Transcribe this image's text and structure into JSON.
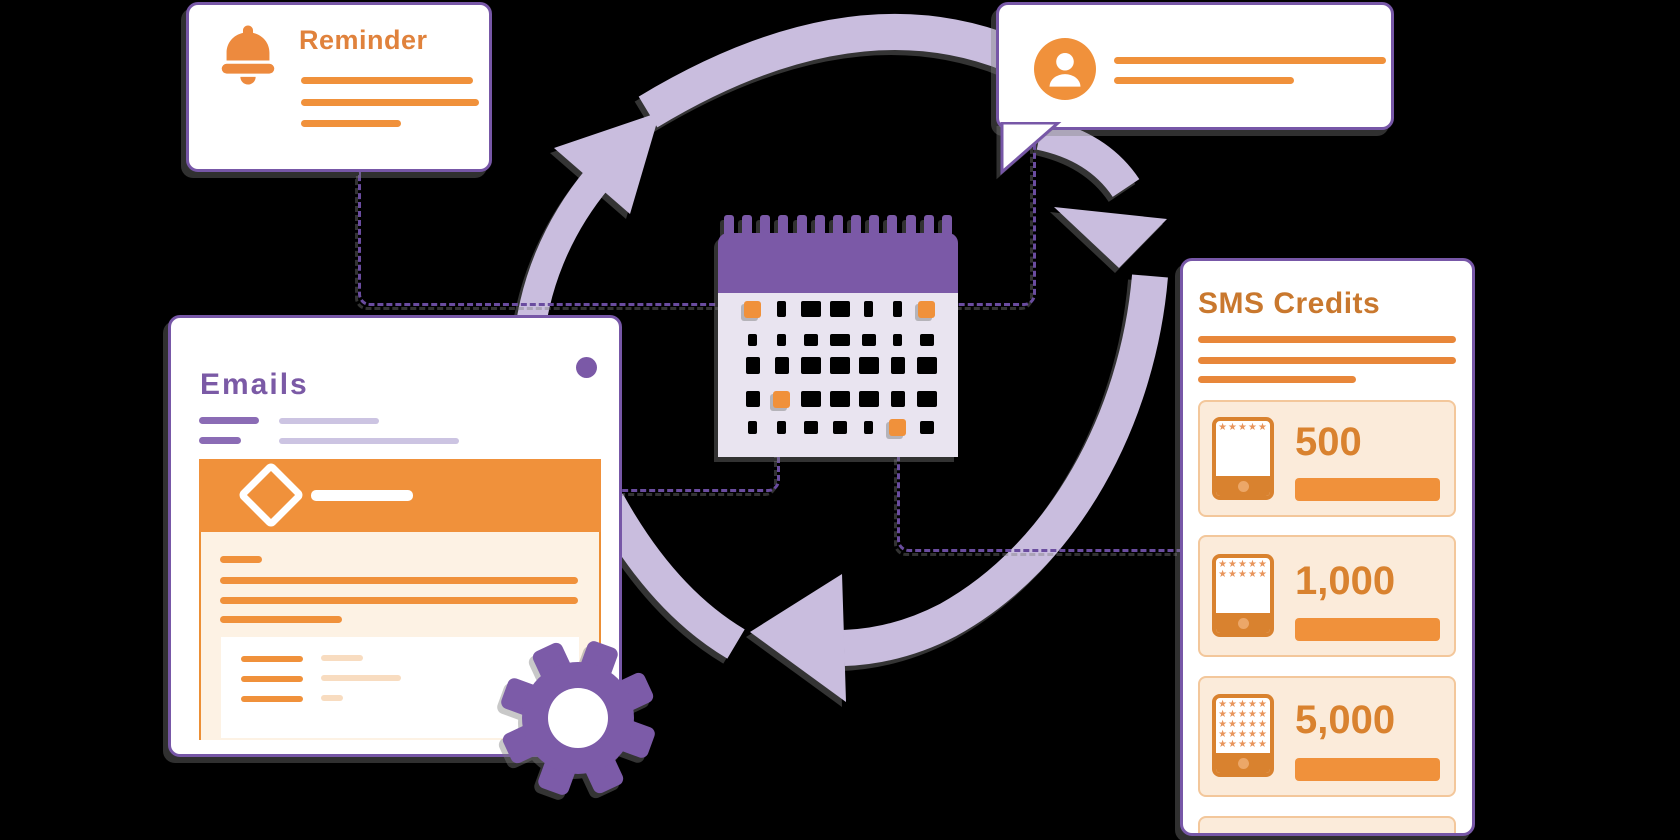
{
  "colors": {
    "background": "#000000",
    "purple_border": "#7757A7",
    "purple_dark_dash": "#6A4C9F",
    "purple_heading": "#7B5AA6",
    "lavender_arrow": "#C9BDDE",
    "calendar_body": "#E9E4F0",
    "orange": "#F0913B",
    "orange_deep": "#D9822F",
    "orange_heading": "#C9782E",
    "peach_panel": "#FBEBDA",
    "cream_panel": "#FDF2E4"
  },
  "reminder_card": {
    "title": "Reminder",
    "icon": "bell-icon",
    "placeholder_lines": 3
  },
  "contact_bubble": {
    "icon": "person-icon",
    "placeholder_lines": 2
  },
  "calendar": {
    "icon": "calendar-icon",
    "binding_tabs": 13,
    "grid": [
      [
        "O",
        "s",
        "l",
        "l",
        "s",
        "s",
        "O"
      ],
      [
        "s",
        "s",
        "m",
        "l",
        "m",
        "s",
        "m"
      ],
      [
        "m",
        "m",
        "l",
        "l",
        "l",
        "m",
        "l"
      ],
      [
        "m",
        "O",
        "l",
        "l",
        "l",
        "m",
        "l"
      ],
      [
        "s",
        "s",
        "m",
        "m",
        "s",
        "O",
        "m"
      ]
    ],
    "highlighted_days": 4
  },
  "emails_card": {
    "title": "Emails",
    "icon": "diamond-icon",
    "header_rows": 2,
    "body_lines": 4,
    "list_rows": 3
  },
  "sms_card": {
    "title": "SMS Credits",
    "header_lines": 3,
    "items": [
      {
        "credits": "500",
        "star_rows": 1,
        "icon": "phone-icon"
      },
      {
        "credits": "1,000",
        "star_rows": 2,
        "icon": "phone-icon"
      },
      {
        "credits": "5,000",
        "star_rows": 5,
        "icon": "phone-icon"
      }
    ],
    "partial_fourth_item": true
  },
  "gear": {
    "icon": "gear-icon"
  }
}
